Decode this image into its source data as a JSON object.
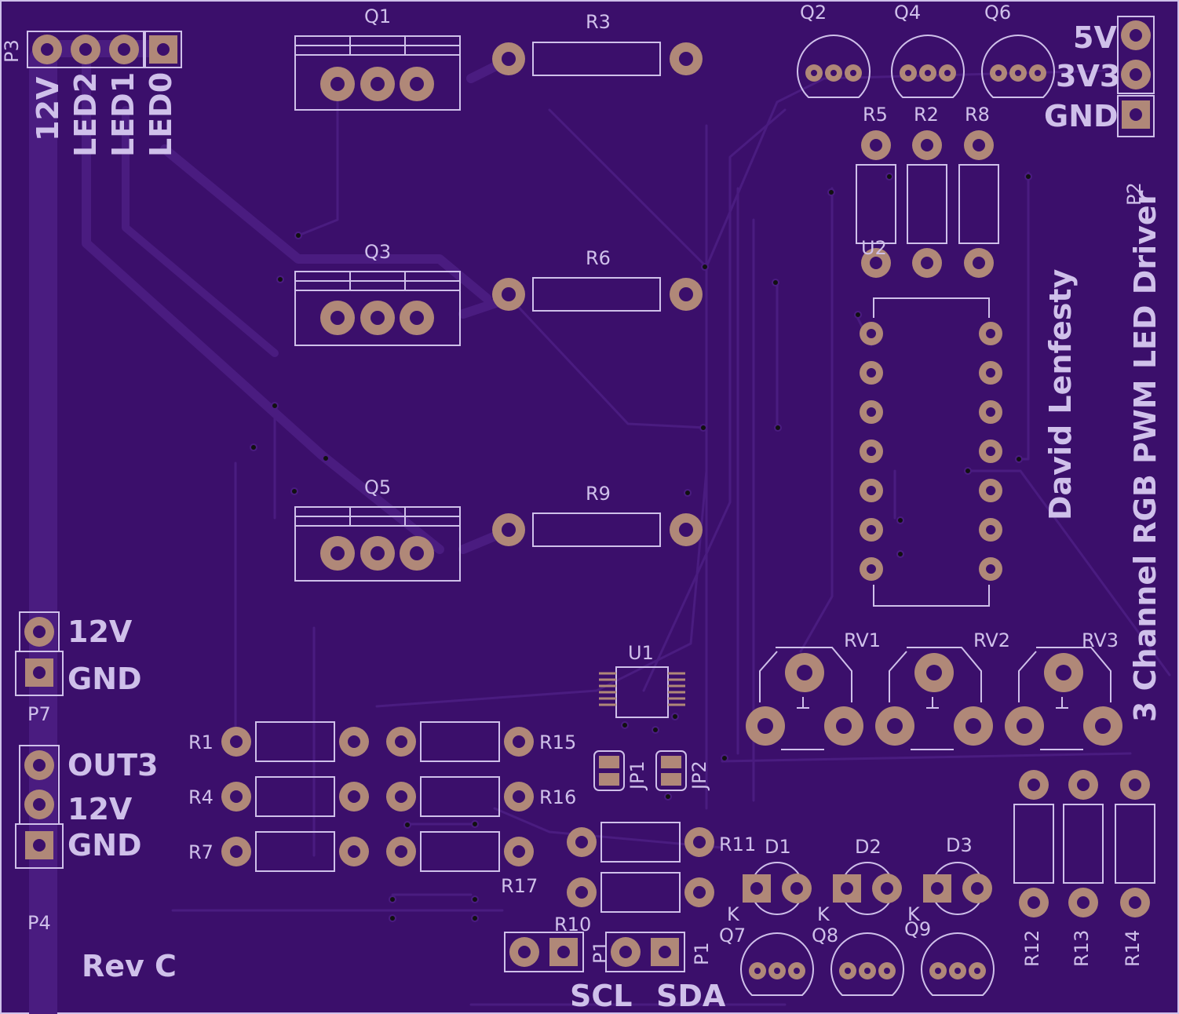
{
  "board": {
    "colors": {
      "substrate": "#3b0f6b",
      "trace": "#4a1c80",
      "silk": "#cfc0ea",
      "pad": "#b08878",
      "hole": "#3b0f6b"
    },
    "title": "3 Channel RGB PWM LED Driver",
    "author": "David Lenfesty",
    "revision": "Rev C"
  },
  "refs": {
    "Q1": "Q1",
    "Q2": "Q2",
    "Q3": "Q3",
    "Q4": "Q4",
    "Q5": "Q5",
    "Q6": "Q6",
    "Q7": "Q7",
    "Q8": "Q8",
    "Q9": "Q9",
    "R1": "R1",
    "R2": "R2",
    "R3": "R3",
    "R4": "R4",
    "R5": "R5",
    "R6": "R6",
    "R7": "R7",
    "R8": "R8",
    "R9": "R9",
    "R10": "R10",
    "R11": "R11",
    "R12": "R12",
    "R13": "R13",
    "R14": "R14",
    "R15": "R15",
    "R16": "R16",
    "R17": "R17",
    "RV1": "RV1",
    "RV2": "RV2",
    "RV3": "RV3",
    "U1": "U1",
    "U2": "U2",
    "D1": "D1",
    "D2": "D2",
    "D3": "D3",
    "JP1": "JP1",
    "JP2": "JP2",
    "P1a": "P1",
    "P1b": "P1",
    "P2": "P2",
    "P3": "P3",
    "P4": "P4",
    "P7": "P7",
    "K": "K"
  },
  "connectors": {
    "p3_pins": [
      "12V",
      "LED2",
      "LED1",
      "LED0"
    ],
    "p2_pins": [
      "5V",
      "3V3",
      "GND"
    ],
    "p7_pins": [
      "12V",
      "GND"
    ],
    "p4_pins": [
      "OUT3",
      "12V",
      "GND"
    ],
    "i2c_pins": [
      "SCL",
      "SDA"
    ]
  }
}
